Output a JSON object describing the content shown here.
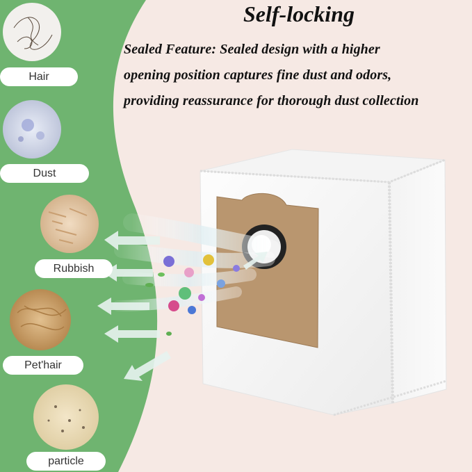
{
  "title": "Self-locking",
  "description": {
    "line1": "Sealed Feature: Sealed design with a higher",
    "line2": "opening position captures fine dust and odors,",
    "line3": "providing reassurance for thorough dust collection"
  },
  "labels": {
    "hair": "Hair",
    "dust": "Dust",
    "rubbish": "Rubbish",
    "pet_hair": "Pet'hair",
    "particle": "particle"
  },
  "colors": {
    "background": "#f6e9e4",
    "green_panel": "#6fb470",
    "bag_white": "#ffffff",
    "cardboard": "#b9966f",
    "airflow": "#d8ecef"
  }
}
